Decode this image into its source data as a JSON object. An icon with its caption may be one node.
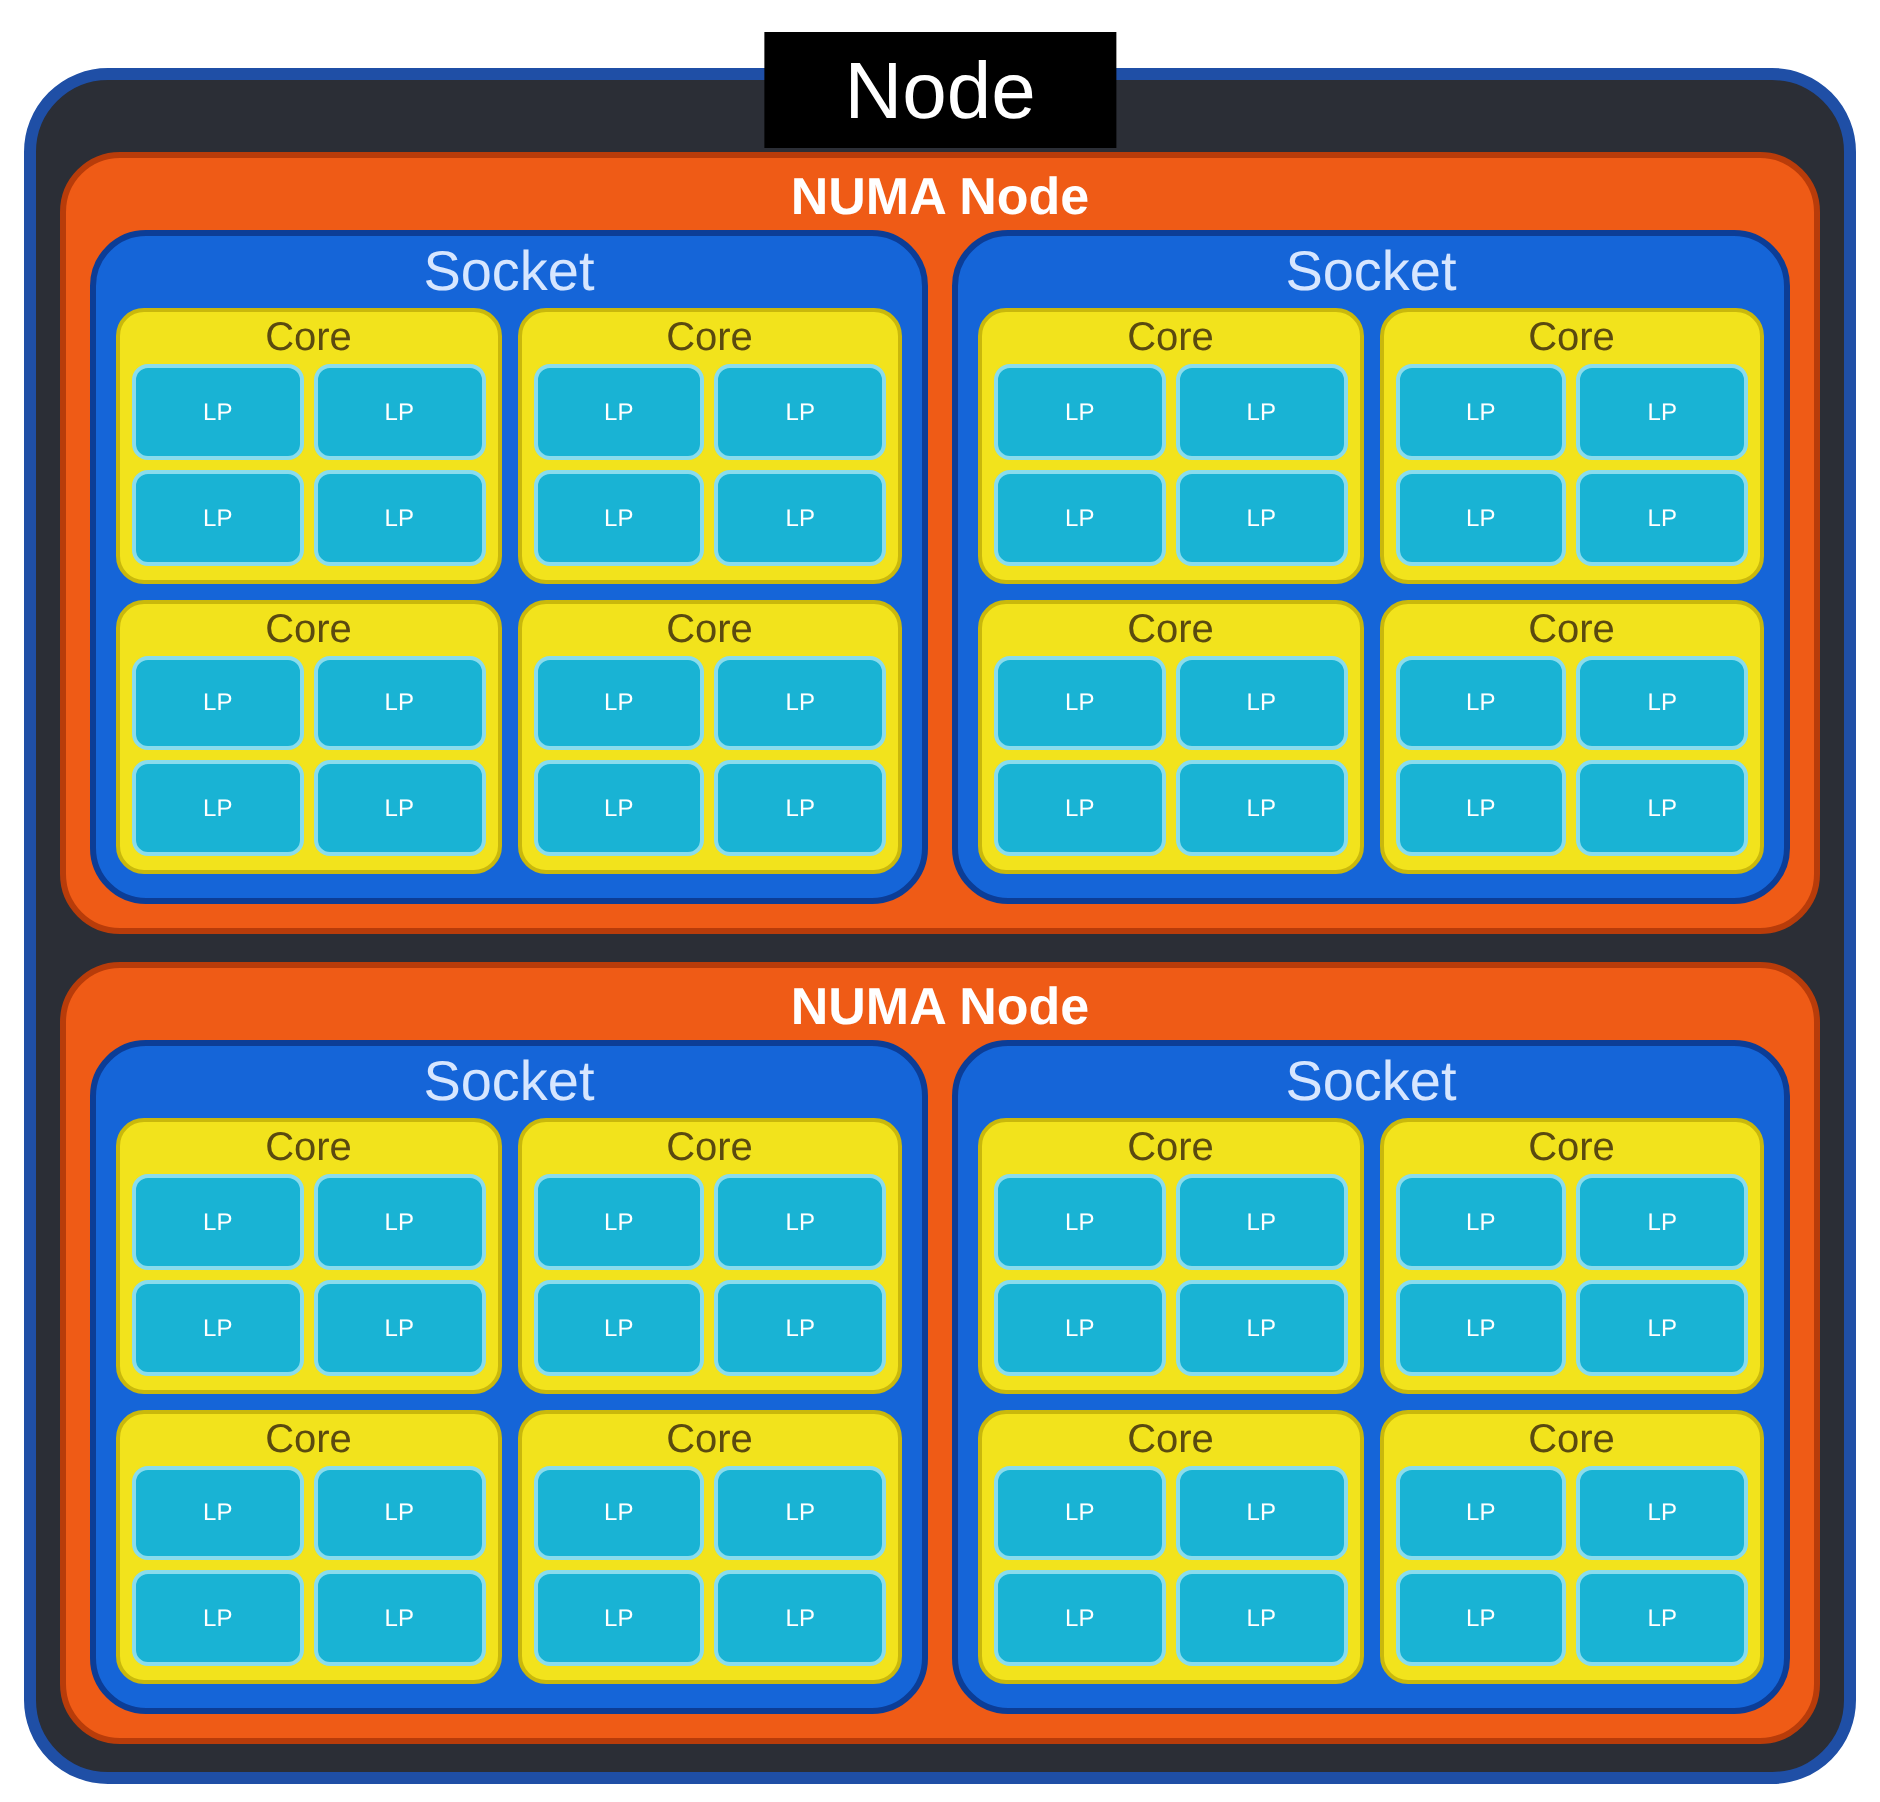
{
  "diagram": {
    "nodes": [
      {
        "text": [
          "Node"
        ]
      },
      {
        "text": [
          "NUMA Node"
        ],
        "in": 0
      },
      {
        "text": [
          "Socket"
        ],
        "in": 1
      },
      {
        "text": [
          "Core"
        ],
        "in": 2
      },
      {
        "text": [
          "LP"
        ],
        "in": 3
      },
      {
        "text": [
          "LP"
        ],
        "in": 3
      },
      {
        "text": [
          "LP"
        ],
        "in": 3
      },
      {
        "text": [
          "LP"
        ],
        "in": 3
      },
      {
        "text": [
          "Core"
        ],
        "in": 2
      },
      {
        "text": [
          "LP"
        ],
        "in": 8
      },
      {
        "text": [
          "LP"
        ],
        "in": 8
      },
      {
        "text": [
          "LP"
        ],
        "in": 8
      },
      {
        "text": [
          "LP"
        ],
        "in": 8
      },
      {
        "text": [
          "Core"
        ],
        "in": 2
      },
      {
        "text": [
          "LP"
        ],
        "in": 13
      },
      {
        "text": [
          "LP"
        ],
        "in": 13
      },
      {
        "text": [
          "LP"
        ],
        "in": 13
      },
      {
        "text": [
          "LP"
        ],
        "in": 13
      },
      {
        "text": [
          "Core"
        ],
        "in": 2
      },
      {
        "text": [
          "LP"
        ],
        "in": 18
      },
      {
        "text": [
          "LP"
        ],
        "in": 18
      },
      {
        "text": [
          "LP"
        ],
        "in": 18
      },
      {
        "text": [
          "LP"
        ],
        "in": 18
      },
      {
        "text": [
          "Socket"
        ],
        "in": 1
      },
      {
        "text": [
          "Core"
        ],
        "in": 23
      },
      {
        "text": [
          "LP"
        ],
        "in": 24
      },
      {
        "text": [
          "LP"
        ],
        "in": 24
      },
      {
        "text": [
          "LP"
        ],
        "in": 24
      },
      {
        "text": [
          "LP"
        ],
        "in": 24
      },
      {
        "text": [
          "Core"
        ],
        "in": 23
      },
      {
        "text": [
          "LP"
        ],
        "in": 29
      },
      {
        "text": [
          "LP"
        ],
        "in": 29
      },
      {
        "text": [
          "LP"
        ],
        "in": 29
      },
      {
        "text": [
          "LP"
        ],
        "in": 29
      },
      {
        "text": [
          "Core"
        ],
        "in": 23
      },
      {
        "text": [
          "LP"
        ],
        "in": 34
      },
      {
        "text": [
          "LP"
        ],
        "in": 34
      },
      {
        "text": [
          "LP"
        ],
        "in": 34
      },
      {
        "text": [
          "LP"
        ],
        "in": 34
      },
      {
        "text": [
          "Core"
        ],
        "in": 23
      },
      {
        "text": [
          "LP"
        ],
        "in": 39
      },
      {
        "text": [
          "LP"
        ],
        "in": 39
      },
      {
        "text": [
          "LP"
        ],
        "in": 39
      },
      {
        "text": [
          "LP"
        ],
        "in": 39
      },
      {
        "text": [
          "NUMA Node"
        ],
        "in": 0
      },
      {
        "text": [
          "Socket"
        ],
        "in": 44
      },
      {
        "text": [
          "Core"
        ],
        "in": 45
      },
      {
        "text": [
          "LP"
        ],
        "in": 46
      },
      {
        "text": [
          "LP"
        ],
        "in": 46
      },
      {
        "text": [
          "LP"
        ],
        "in": 46
      },
      {
        "text": [
          "LP"
        ],
        "in": 46
      },
      {
        "text": [
          "Core"
        ],
        "in": 45
      },
      {
        "text": [
          "LP"
        ],
        "in": 51
      },
      {
        "text": [
          "LP"
        ],
        "in": 51
      },
      {
        "text": [
          "LP"
        ],
        "in": 51
      },
      {
        "text": [
          "LP"
        ],
        "in": 51
      },
      {
        "text": [
          "Core"
        ],
        "in": 45
      },
      {
        "text": [
          "LP"
        ],
        "in": 56
      },
      {
        "text": [
          "LP"
        ],
        "in": 56
      },
      {
        "text": [
          "LP"
        ],
        "in": 56
      },
      {
        "text": [
          "LP"
        ],
        "in": 56
      },
      {
        "text": [
          "Core"
        ],
        "in": 45
      },
      {
        "text": [
          "LP"
        ],
        "in": 61
      },
      {
        "text": [
          "LP"
        ],
        "in": 61
      },
      {
        "text": [
          "LP"
        ],
        "in": 61
      },
      {
        "text": [
          "LP"
        ],
        "in": 61
      },
      {
        "text": [
          "Socket"
        ],
        "in": 44
      },
      {
        "text": [
          "Core"
        ],
        "in": 66
      },
      {
        "text": [
          "LP"
        ],
        "in": 67
      },
      {
        "text": [
          "LP"
        ],
        "in": 67
      },
      {
        "text": [
          "LP"
        ],
        "in": 67
      },
      {
        "text": [
          "LP"
        ],
        "in": 67
      },
      {
        "text": [
          "Core"
        ],
        "in": 66
      },
      {
        "text": [
          "LP"
        ],
        "in": 72
      },
      {
        "text": [
          "LP"
        ],
        "in": 72
      },
      {
        "text": [
          "LP"
        ],
        "in": 72
      },
      {
        "text": [
          "LP"
        ],
        "in": 72
      },
      {
        "text": [
          "Core"
        ],
        "in": 66
      },
      {
        "text": [
          "LP"
        ],
        "in": 77
      },
      {
        "text": [
          "LP"
        ],
        "in": 77
      },
      {
        "text": [
          "LP"
        ],
        "in": 77
      },
      {
        "text": [
          "LP"
        ],
        "in": 77
      },
      {
        "text": [
          "Core"
        ],
        "in": 66
      },
      {
        "text": [
          "LP"
        ],
        "in": 82
      },
      {
        "text": [
          "LP"
        ],
        "in": 82
      },
      {
        "text": [
          "LP"
        ],
        "in": 82
      },
      {
        "text": [
          "LP"
        ],
        "in": 82
      }
    ]
  }
}
